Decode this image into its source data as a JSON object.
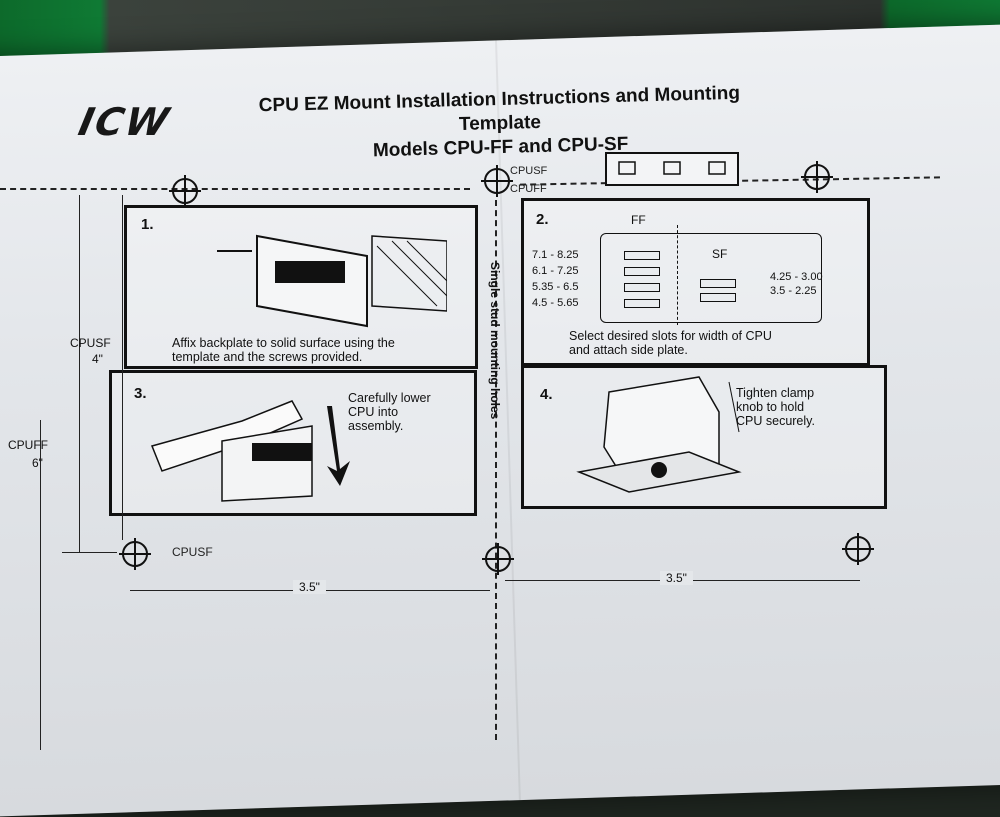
{
  "header": {
    "logo": "ICW",
    "title_line1": "CPU EZ Mount Installation Instructions and Mounting Template",
    "title_line2": "Models CPU-FF and CPU-SF"
  },
  "markers": {
    "top_center_upper": "CPUSF",
    "top_center_lower": "CPUFF",
    "bottom_left": "CPUSF",
    "left_cpusf": "CPUSF",
    "left_cpusf_dim": "4\"",
    "left_cpuff": "CPUFF",
    "left_cpuff_dim": "6\"",
    "center_vertical": "Single stud mounting holes"
  },
  "steps": [
    {
      "num": "1.",
      "caption_line1": "Affix backplate to solid surface using the",
      "caption_line2": "template and the screws provided."
    },
    {
      "num": "2.",
      "caption_line1": "Select desired slots for width of CPU",
      "caption_line2": "and attach side plate."
    },
    {
      "num": "3.",
      "caption_line1": "Carefully lower",
      "caption_line2": "CPU into",
      "caption_line3": "assembly."
    },
    {
      "num": "4.",
      "caption_line1": "Tighten clamp",
      "caption_line2": "knob to hold",
      "caption_line3": "CPU securely."
    }
  ],
  "slots": {
    "ff_label": "FF",
    "sf_label": "SF",
    "ff_ranges": [
      "7.1 - 8.25",
      "6.1 - 7.25",
      "5.35 - 6.5",
      "4.5 - 5.65"
    ],
    "sf_ranges": [
      "4.25 - 3.00",
      "3.5 - 2.25"
    ]
  },
  "dimensions": {
    "left_width": "3.5\"",
    "right_width": "3.5\""
  }
}
